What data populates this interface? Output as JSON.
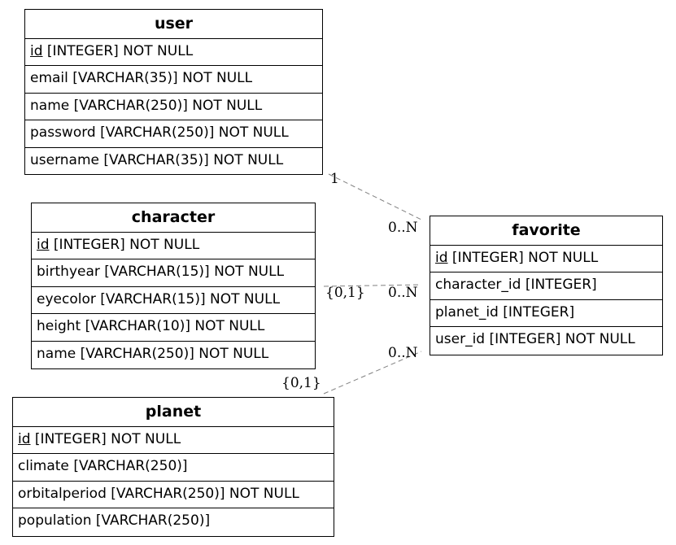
{
  "entities": {
    "user": {
      "title": "user",
      "columns": [
        {
          "name": "id",
          "type": "[INTEGER] NOT NULL",
          "pk": true
        },
        {
          "name": "email",
          "type": "[VARCHAR(35)] NOT NULL"
        },
        {
          "name": "name",
          "type": "[VARCHAR(250)] NOT NULL"
        },
        {
          "name": "password",
          "type": "[VARCHAR(250)] NOT NULL"
        },
        {
          "name": "username",
          "type": "[VARCHAR(35)] NOT NULL"
        }
      ]
    },
    "character": {
      "title": "character",
      "columns": [
        {
          "name": "id",
          "type": "[INTEGER] NOT NULL",
          "pk": true
        },
        {
          "name": "birthyear",
          "type": "[VARCHAR(15)] NOT NULL"
        },
        {
          "name": "eyecolor",
          "type": "[VARCHAR(15)] NOT NULL"
        },
        {
          "name": "height",
          "type": "[VARCHAR(10)] NOT NULL"
        },
        {
          "name": "name",
          "type": "[VARCHAR(250)] NOT NULL"
        }
      ]
    },
    "planet": {
      "title": "planet",
      "columns": [
        {
          "name": "id",
          "type": "[INTEGER] NOT NULL",
          "pk": true
        },
        {
          "name": "climate",
          "type": "[VARCHAR(250)]"
        },
        {
          "name": "orbitalperiod",
          "type": "[VARCHAR(250)] NOT NULL"
        },
        {
          "name": "population",
          "type": "[VARCHAR(250)]"
        }
      ]
    },
    "favorite": {
      "title": "favorite",
      "columns": [
        {
          "name": "id",
          "type": "[INTEGER] NOT NULL",
          "pk": true
        },
        {
          "name": "character_id",
          "type": "[INTEGER]"
        },
        {
          "name": "planet_id",
          "type": "[INTEGER]"
        },
        {
          "name": "user_id",
          "type": "[INTEGER] NOT NULL"
        }
      ]
    }
  },
  "relations": [
    {
      "from": "user",
      "to": "favorite",
      "from_card": "1",
      "to_card": "0..N"
    },
    {
      "from": "character",
      "to": "favorite",
      "from_card": "{0,1}",
      "to_card": "0..N"
    },
    {
      "from": "planet",
      "to": "favorite",
      "from_card": "{0,1}",
      "to_card": "0..N"
    }
  ],
  "colors": {
    "line": "#808080",
    "border": "#000000"
  }
}
